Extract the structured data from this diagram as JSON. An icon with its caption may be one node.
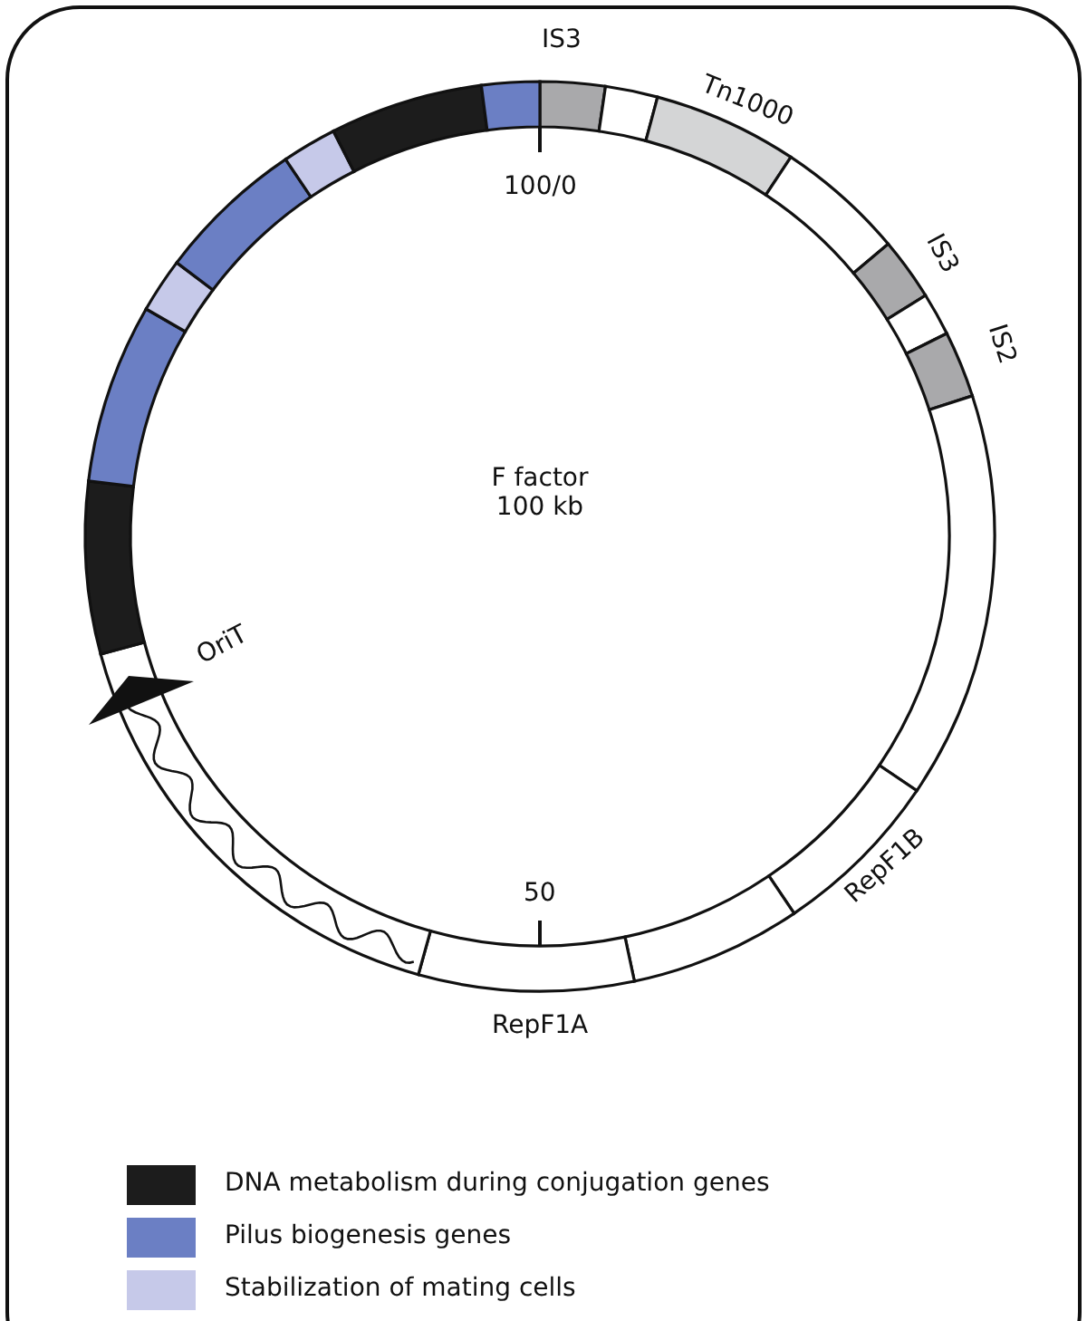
{
  "diagram": {
    "labels": [
      "IS3",
      "Tn1000",
      "100/0",
      "IS3",
      "IS2",
      "F factor 100 kb",
      "OriT",
      "50",
      "RepF1B",
      "RepF1A"
    ],
    "legend": [
      {
        "text": "DNA metabolism during conjugation genes",
        "color": "#1c1c1c"
      },
      {
        "text": "Pilus biogenesis genes",
        "color": "#6b7fc4"
      },
      {
        "text": "Stabilization of mating cells",
        "color": "#c6c9e9"
      }
    ]
  }
}
